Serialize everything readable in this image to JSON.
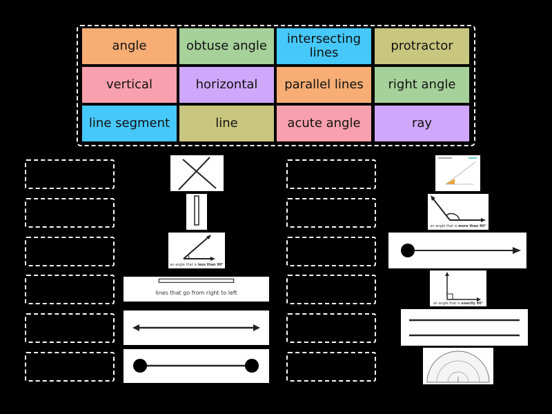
{
  "tiles": [
    {
      "label": "angle",
      "color": "#f7ad74"
    },
    {
      "label": "obtuse angle",
      "color": "#a6d19a"
    },
    {
      "label": "intersecting lines",
      "color": "#46c8fb"
    },
    {
      "label": "protractor",
      "color": "#c9c77f"
    },
    {
      "label": "vertical",
      "color": "#f9a0ae"
    },
    {
      "label": "horizontal",
      "color": "#cfa8fb"
    },
    {
      "label": "parallel lines",
      "color": "#f7ad74"
    },
    {
      "label": "right angle",
      "color": "#a6d19a"
    },
    {
      "label": "line segment",
      "color": "#46c8fb"
    },
    {
      "label": "line",
      "color": "#c9c77f"
    },
    {
      "label": "acute angle",
      "color": "#f9a0ae"
    },
    {
      "label": "ray",
      "color": "#cfa8fb"
    }
  ],
  "images": {
    "acute_caption_pre": "an angle that is ",
    "acute_caption_bold": "less than 90°",
    "obtuse_caption_pre": "an angle that is ",
    "obtuse_caption_bold": "more than 90°",
    "right_caption_pre": "an angle that is ",
    "right_caption_bold": "exactly 90°",
    "horizontal_caption": "lines that go from right to left"
  }
}
